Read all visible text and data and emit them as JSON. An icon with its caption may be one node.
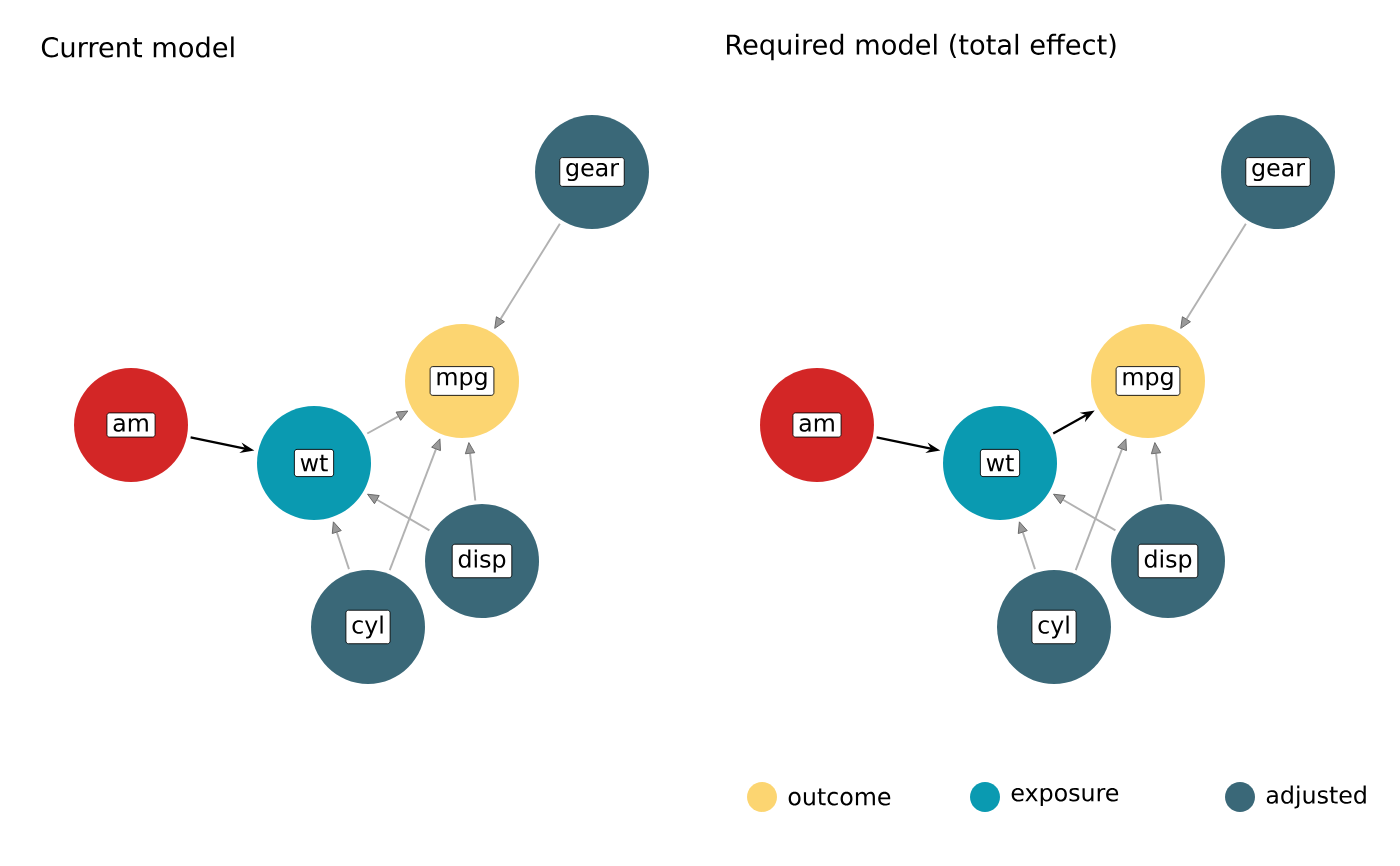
{
  "diagram": {
    "nodes": [
      {
        "text": [
          "gear"
        ]
      },
      {
        "text": [
          "mpg"
        ]
      },
      {
        "text": [
          "am"
        ]
      },
      {
        "text": [
          "wt"
        ]
      },
      {
        "text": [
          "disp"
        ]
      },
      {
        "text": [
          "cyl"
        ]
      },
      {
        "text": [
          "gear"
        ]
      },
      {
        "text": [
          "mpg"
        ]
      },
      {
        "text": [
          "am"
        ]
      },
      {
        "text": [
          "wt"
        ]
      },
      {
        "text": [
          "disp"
        ]
      },
      {
        "text": [
          "cyl"
        ]
      }
    ],
    "edges": [
      {
        "from": 2,
        "to": 3,
        "arrow": "to",
        "color": "#000000"
      },
      {
        "from": 3,
        "to": 1,
        "arrow": "to"
      },
      {
        "from": 0,
        "to": 1,
        "arrow": "to"
      },
      {
        "from": 4,
        "to": 1,
        "arrow": "to"
      },
      {
        "from": 4,
        "to": 3,
        "arrow": "to"
      },
      {
        "from": 5,
        "to": 3,
        "arrow": "to"
      },
      {
        "from": 5,
        "to": 1,
        "arrow": "to"
      },
      {
        "from": 8,
        "to": 9,
        "arrow": "to",
        "color": "#000000"
      },
      {
        "from": 9,
        "to": 7,
        "arrow": "to",
        "color": "#000000"
      },
      {
        "from": 6,
        "to": 7,
        "arrow": "to"
      },
      {
        "from": 10,
        "to": 7,
        "arrow": "to"
      },
      {
        "from": 10,
        "to": 9,
        "arrow": "to"
      },
      {
        "from": 11,
        "to": 9,
        "arrow": "to"
      },
      {
        "from": 11,
        "to": 7,
        "arrow": "to"
      }
    ],
    "labels": [
      "Current model",
      "Required model (total effect)"
    ],
    "legend": [
      {
        "text": "outcome",
        "color": "#fcd571"
      },
      {
        "text": "exposure",
        "color": "#0a9ab1"
      },
      {
        "text": "adjusted",
        "color": "#3a6878"
      }
    ]
  }
}
